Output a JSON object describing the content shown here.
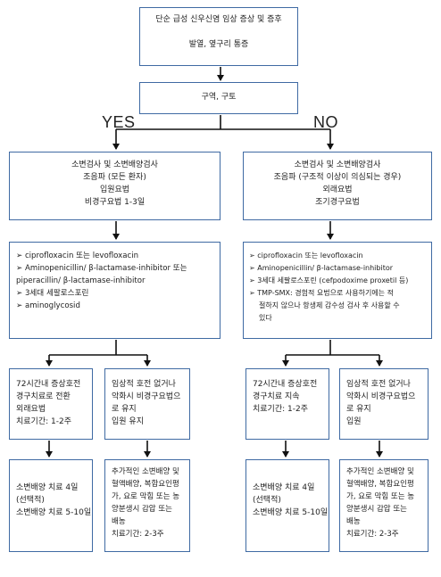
{
  "top_box": {
    "lines": [
      "단순 급성 신우신염 임상 증상 및 증후",
      "",
      "발열, 옆구리 통증"
    ]
  },
  "vomit_box": {
    "label": "구역, 구토"
  },
  "branches": {
    "yes": "YES",
    "no": "NO"
  },
  "left": {
    "tests": [
      "소변검사 및 소변배양검사",
      "조음파 (모든 환자)",
      "입원요법",
      "비경구요법 1-3일"
    ],
    "drugs": [
      {
        "text": "ciprofloxacin 또는 levofloxacin",
        "cont": false
      },
      {
        "text": "Aminopenicillin/ β-lactamase-inhibitor 또는",
        "cont": false
      },
      {
        "text": "piperacillin/ β-lactamase-inhibitor",
        "cont": true
      },
      {
        "text": "3세대 세팔로스포린",
        "cont": false
      },
      {
        "text": "aminoglycosid",
        "cont": false
      }
    ],
    "improve": [
      "72시간내 증상호전",
      "경구치료로 전환",
      "외래요법",
      "치료기간: 1-2주"
    ],
    "no_improve": [
      "임상적 호전 없거나",
      "악화시 비경구요법으",
      "로 유지",
      "입원 유지"
    ],
    "outcome_a": [
      "소변배양 치료 4일",
      "(선택적)",
      "소변배양 치료 5-10일"
    ],
    "outcome_b": [
      "추가적인 소변배양 및",
      "혈액배양, 복합요인평",
      "가, 요로 막힘 또는 농",
      "양분생시 감압 또는",
      "배농",
      "치료기간: 2-3주"
    ]
  },
  "right": {
    "tests": [
      "소변검사 및 소변배양검사",
      "조음파 (구조적 이상이 의심되는 경우)",
      "외래요법",
      "조기경구요법"
    ],
    "drugs": [
      {
        "text": "ciprofloxacin 또는 levofloxacin",
        "cont": false
      },
      {
        "text": "Aminopenicillin/ β-lactamase-inhibitor",
        "cont": false
      },
      {
        "text": "3세대 세팔로스포린 (cefpodoxime proxetil 등)",
        "cont": false
      },
      {
        "text": "TMP-SMX: 경험적 요법으로 사용하기에는 적",
        "cont": false
      },
      {
        "text": "절하지 않으나 항생제 감수성 검사 후 사용할 수",
        "cont": true
      },
      {
        "text": "있다",
        "cont": true
      }
    ],
    "improve": [
      "72시간내 증상호전",
      "경구치료 지속",
      "치료기간: 1-2주"
    ],
    "no_improve": [
      "임상적 호전 없거나",
      "악화시 비경구요법으",
      "로 유지",
      "입원"
    ],
    "outcome_a": [
      "소변배양 치료 4일",
      "(선택적)",
      "소변배양 치료 5-10일"
    ],
    "outcome_b": [
      "추가적인 소변배양 및",
      "혈액배양, 복합요인평",
      "가, 요로 막힘 또는 농",
      "양분생시 감압 또는",
      "배농",
      "치료기간: 2-3주"
    ]
  }
}
